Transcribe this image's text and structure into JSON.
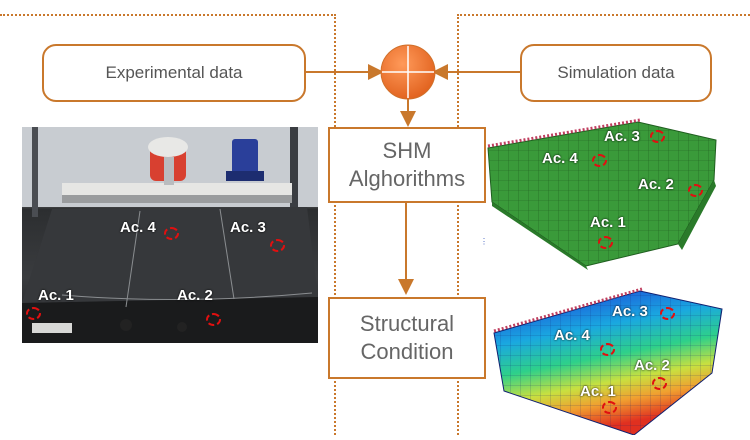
{
  "diagram": {
    "experimental_label": "Experimental data",
    "simulation_label": "Simulation data",
    "algo_lines": [
      "SHM",
      "Alghorithms"
    ],
    "condition_lines": [
      "Structural",
      "Condition"
    ]
  },
  "photo_labels": [
    "Ac. 1",
    "Ac. 2",
    "Ac. 3",
    "Ac. 4"
  ],
  "sim_top_labels": [
    "Ac. 1",
    "Ac. 2",
    "Ac. 3",
    "Ac. 4"
  ],
  "sim_bottom_labels": [
    "Ac. 1",
    "Ac. 2",
    "Ac. 3",
    "Ac. 4"
  ],
  "colors": {
    "accent": "#c9782c",
    "node_fill": "#f0782c",
    "marker": "#e01010",
    "plate_green": "#3a9a3a"
  }
}
